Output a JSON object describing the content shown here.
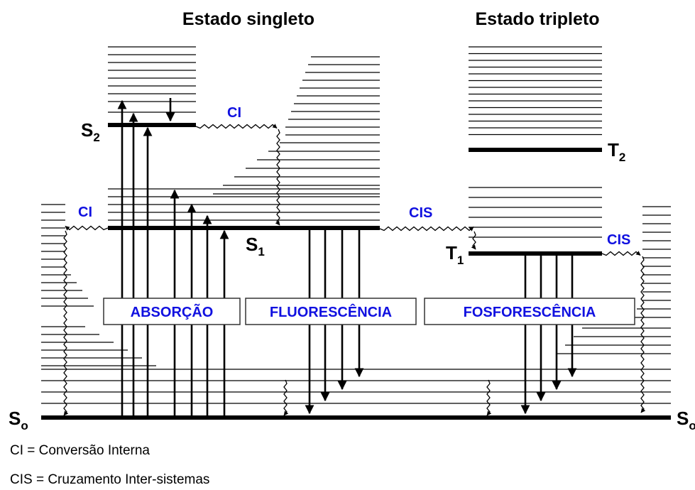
{
  "headings": {
    "singlet": "Estado singleto",
    "triplet": "Estado tripleto"
  },
  "levels": {
    "s2": "S",
    "s2_sub": "2",
    "s1": "S",
    "s1_sub": "1",
    "s0_left": "S",
    "s0_left_sub": "o",
    "s0_right": "S",
    "s0_right_sub": "o",
    "t1": "T",
    "t1_sub": "1",
    "t2": "T",
    "t2_sub": "2"
  },
  "transitions": {
    "ci_top": "CI",
    "ci_left": "CI",
    "cis_middle": "CIS",
    "cis_right": "CIS"
  },
  "process_boxes": {
    "absorption": "ABSORÇÃO",
    "fluorescence": "FLUORESCÊNCIA",
    "phosphorescence": "FOSFORESCÊNCIA"
  },
  "legend": {
    "ci": "CI = Conversão Interna",
    "cis": "CIS = Cruzamento Inter-sistemas"
  },
  "colors": {
    "label_blue": "#1010e0",
    "line": "#000000"
  }
}
